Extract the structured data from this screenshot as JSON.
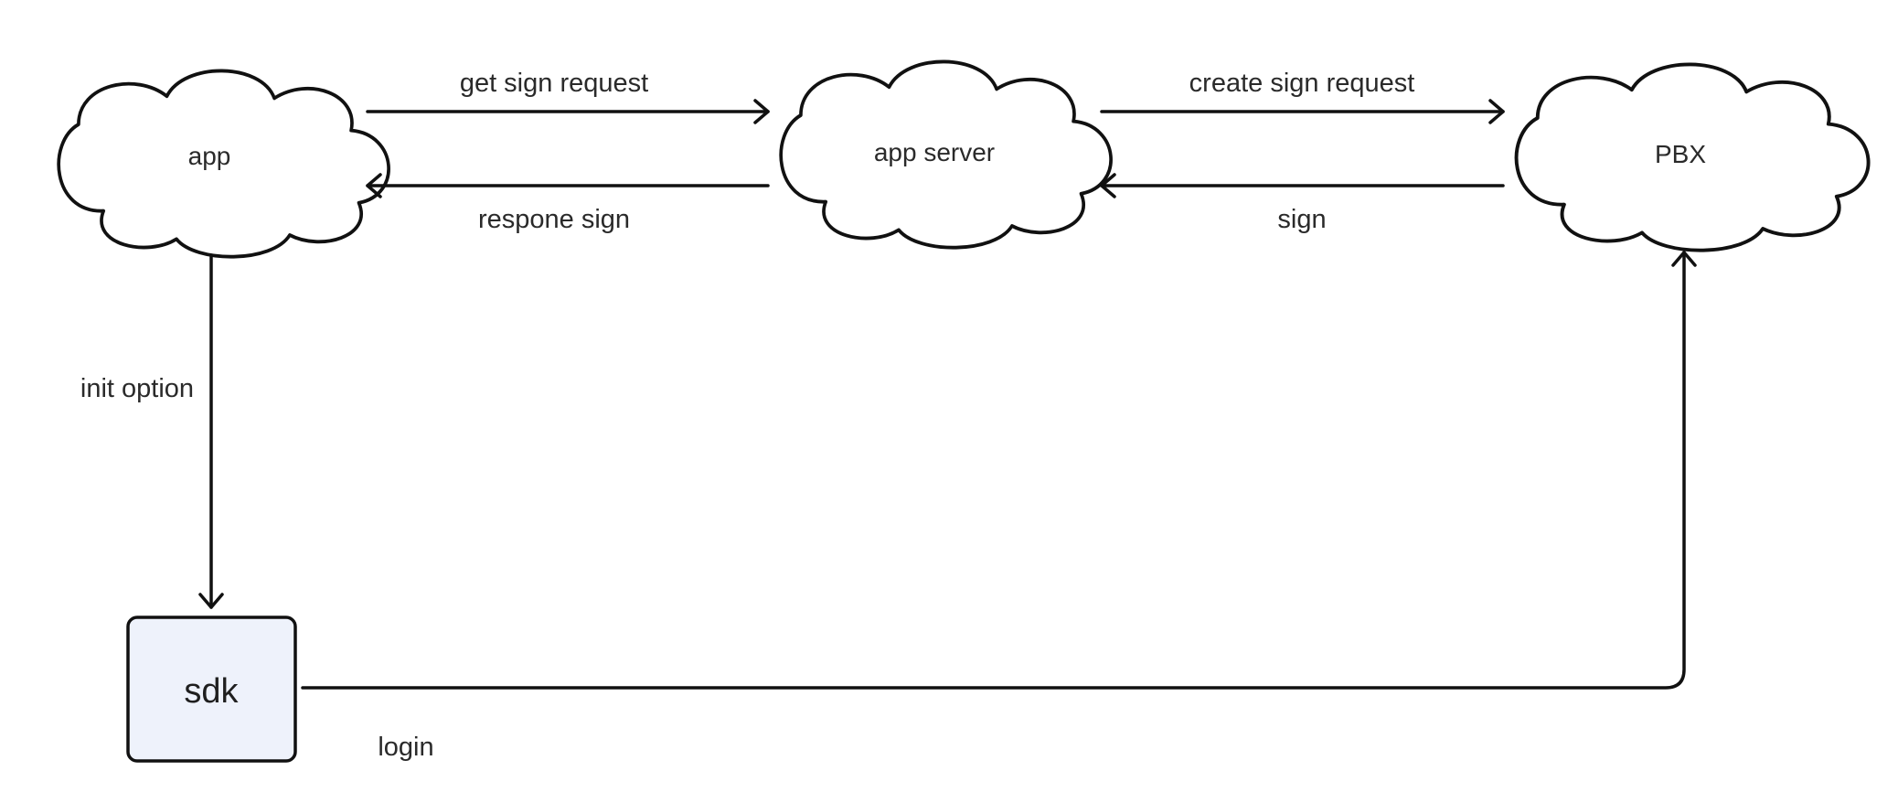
{
  "nodes": {
    "app": {
      "label": "app",
      "shape": "cloud"
    },
    "app_server": {
      "label": "app server",
      "shape": "cloud"
    },
    "pbx": {
      "label": "PBX",
      "shape": "cloud"
    },
    "sdk": {
      "label": "sdk",
      "shape": "rounded-box",
      "fill": "#eef2fb"
    }
  },
  "edges": [
    {
      "from": "app",
      "to": "app_server",
      "label": "get sign request"
    },
    {
      "from": "app_server",
      "to": "app",
      "label": "respone sign"
    },
    {
      "from": "app_server",
      "to": "pbx",
      "label": "create sign request"
    },
    {
      "from": "pbx",
      "to": "app_server",
      "label": "sign"
    },
    {
      "from": "app",
      "to": "sdk",
      "label": "init option"
    },
    {
      "from": "sdk",
      "to": "pbx",
      "label": "login"
    }
  ],
  "colors": {
    "stroke": "#111111",
    "text": "#2a2a2a",
    "sdk_fill": "#eef2fb"
  }
}
